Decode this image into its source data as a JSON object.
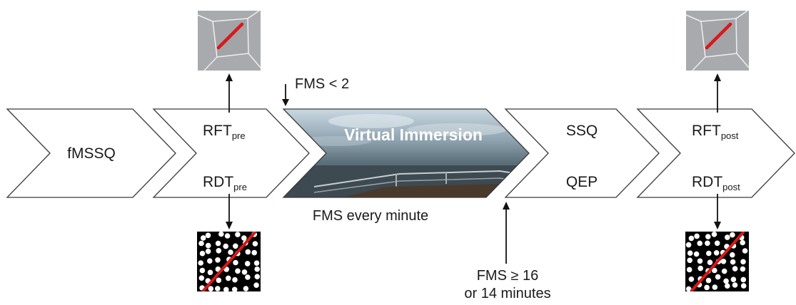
{
  "steps": [
    {
      "id": "fmssq",
      "label": "fMSSQ"
    },
    {
      "id": "pre",
      "rft": {
        "main": "RFT",
        "sub": "pre"
      },
      "rdt": {
        "main": "RDT",
        "sub": "pre"
      }
    },
    {
      "id": "immersion",
      "title": "Virtual Immersion",
      "caption": "FMS every minute"
    },
    {
      "id": "questionnaires",
      "items": [
        "SSQ",
        "QEP"
      ]
    },
    {
      "id": "post",
      "rft": {
        "main": "RFT",
        "sub": "post"
      },
      "rdt": {
        "main": "RDT",
        "sub": "post"
      }
    }
  ],
  "annotations": {
    "start_condition": "FMS < 2",
    "stop_condition_line1": "FMS ≥ 16",
    "stop_condition_line2": "or 14 minutes"
  },
  "colors": {
    "rft_background": "#a8aaae",
    "rft_rod": "#d81818",
    "rdt_background": "#000000",
    "rdt_dots": "#ffffff",
    "rdt_line": "#d81818"
  },
  "icons": [
    "rod-frame-test-image",
    "rod-disc-test-image",
    "virtual-sea-scene-image"
  ]
}
